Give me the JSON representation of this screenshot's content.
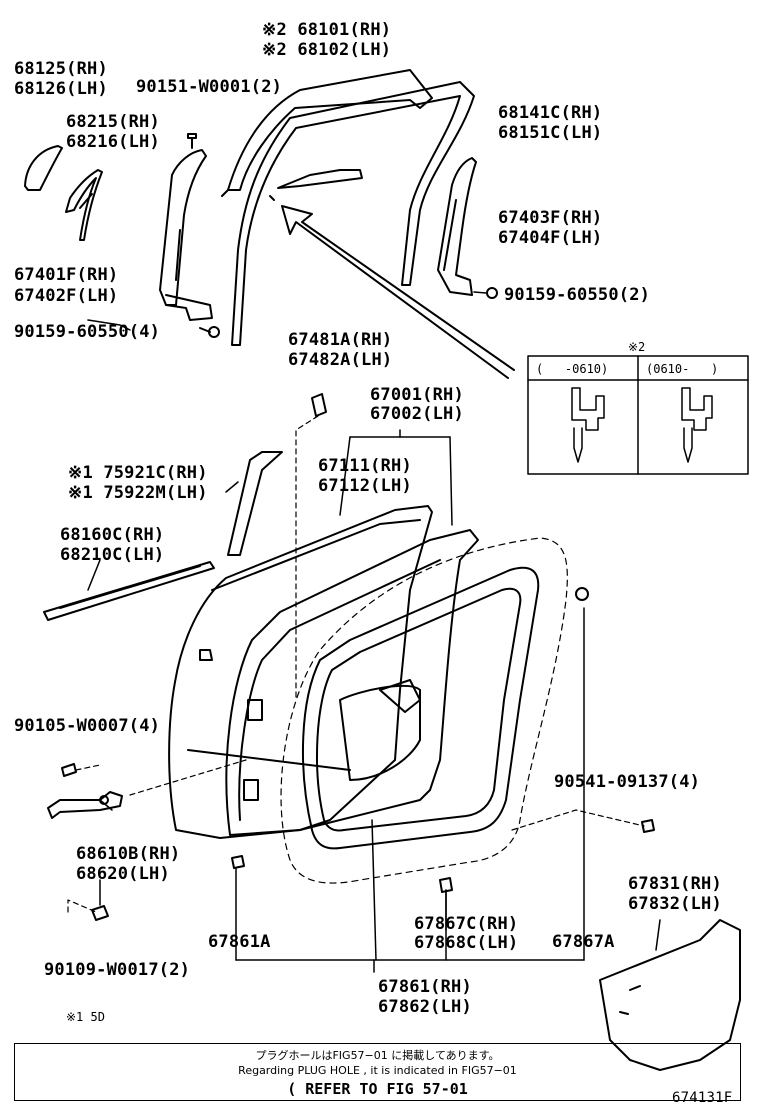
{
  "labels": {
    "glass_rh": "※2 68101(RH)",
    "glass_lh": "※2 68102(LH)",
    "p68125": "68125(RH)",
    "p68126": "68126(LH)",
    "screw_90151": "90151-W0001(2)",
    "p68215": "68215(RH)",
    "p68216": "68216(LH)",
    "run_rh": "68141C(RH)",
    "run_lh": "68151C(LH)",
    "p67403": "67403F(RH)",
    "p67404": "67404F(LH)",
    "p67401": "67401F(RH)",
    "p67402": "67402F(LH)",
    "bolt_60550_r": "90159-60550(2)",
    "bolt_60550_l": "90159-60550(4)",
    "p67481": "67481A(RH)",
    "p67482": "67482A(LH)",
    "p67001": "67001(RH)",
    "p67002": "67002(LH)",
    "p75921": "※1 75921C(RH)",
    "p75922": "※1 75922M(LH)",
    "p67111": "67111(RH)",
    "p67112": "67112(LH)",
    "p68160": "68160C(RH)",
    "p68210": "68210C(LH)",
    "bolt_90105": "90105-W0007(4)",
    "clip_90541": "90541-09137(4)",
    "p68610": "68610B(RH)",
    "p68620": "68620(LH)",
    "p67831": "67831(RH)",
    "p67832": "67832(LH)",
    "p67861a": "67861A",
    "p67867c": "67867C(RH)",
    "p67868c": "67868C(LH)",
    "p67867a": "67867A",
    "bolt_90109": "90109-W0017(2)",
    "p67861": "67861(RH)",
    "p67862": "67862(LH)",
    "footnote": "※1 5D",
    "figure_id": "674131F"
  },
  "inset": {
    "mark": "※2",
    "col1": "(   -0610)",
    "col2": "(0610-   )"
  },
  "note": {
    "line1": "プラグホールはFIG57−01 に掲載してあります。",
    "line2": "Regarding PLUG HOLE , it is indicated in FIG57−01",
    "line3": "( REFER TO FIG 57-01"
  }
}
